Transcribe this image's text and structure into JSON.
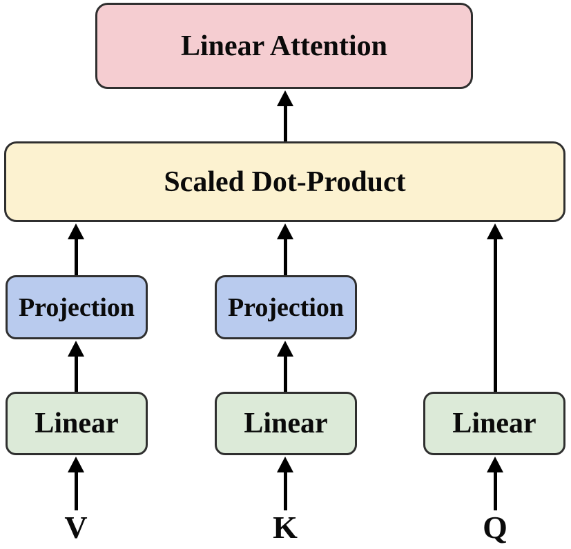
{
  "figure": {
    "type": "flow-diagram",
    "boxes": {
      "attention": {
        "label": "Linear Attention"
      },
      "dot_product": {
        "label": "Scaled Dot-Product"
      },
      "projections": [
        {
          "label": "Projection",
          "column": "V"
        },
        {
          "label": "Projection",
          "column": "K"
        }
      ],
      "linears": [
        {
          "label": "Linear",
          "column": "V"
        },
        {
          "label": "Linear",
          "column": "K"
        },
        {
          "label": "Linear",
          "column": "Q"
        }
      ]
    },
    "inputs": [
      {
        "label": "V"
      },
      {
        "label": "K"
      },
      {
        "label": "Q"
      }
    ],
    "connections": [
      "V -> Linear -> Projection -> Scaled Dot-Product",
      "K -> Linear -> Projection -> Scaled Dot-Product",
      "Q -> Linear -> Scaled Dot-Product",
      "Scaled Dot-Product -> Linear Attention"
    ],
    "colors": {
      "background": "#ffffff",
      "attention_fill": "#f5cdd1",
      "dot_product_fill": "#fcf2d0",
      "projection_fill": "#b9cbee",
      "linear_fill": "#dcead8",
      "border": "#2f2f2f",
      "arrow": "#000000",
      "text": "#0a0a0a"
    }
  }
}
